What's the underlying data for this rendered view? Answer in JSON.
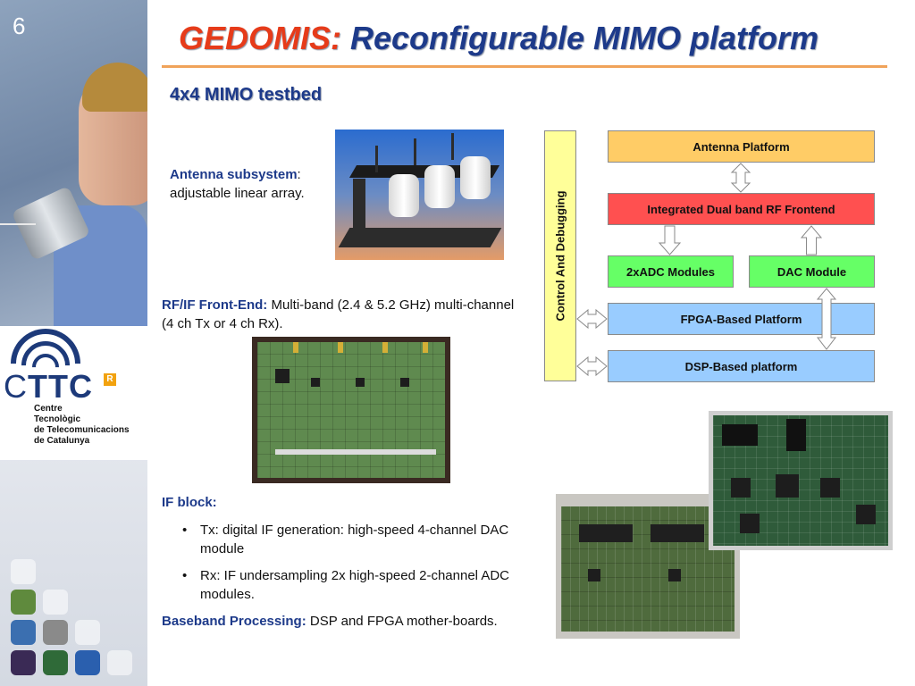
{
  "slide": {
    "number": "6"
  },
  "title": {
    "accent": "GEDOMIS:",
    "rest": " Reconfigurable MIMO platform"
  },
  "subtitle": "4x4 MIMO testbed",
  "logo": {
    "word_c": "C",
    "word_ttc": "TTC",
    "badge": "R",
    "lines": [
      "Centre",
      "Tecnològic",
      "de Telecomunicacions",
      "de Catalunya"
    ]
  },
  "antenna": {
    "label": "Antenna subsystem",
    "colon": ":",
    "desc": "adjustable linear array."
  },
  "rf": {
    "label": "RF/IF Front-End:",
    "desc": " Multi-band (2.4 & 5.2 GHz) multi-channel (4 ch Tx or 4 ch Rx)."
  },
  "if_block": {
    "label": "IF block:",
    "bullets": [
      "Tx: digital IF generation: high-speed 4-channel DAC module",
      "Rx: IF undersampling 2x high-speed 2-channel ADC modules."
    ]
  },
  "baseband": {
    "label": "Baseband Processing:",
    "desc": " DSP and FPGA mother-boards."
  },
  "diagram": {
    "control": "Control And Debugging",
    "antenna_platform": "Antenna Platform",
    "rf_frontend": "Integrated Dual band RF Frontend",
    "adc": "2xADC Modules",
    "dac": "DAC Module",
    "fpga": "FPGA-Based Platform",
    "dsp": "DSP-Based platform",
    "colors": {
      "yellow": "#ffff99",
      "orange": "#ffcc66",
      "red": "#ff5050",
      "green": "#66ff66",
      "blue": "#99ccff"
    }
  },
  "colors": {
    "title_blue": "#1d3a8a",
    "title_accent": "#e63b1a",
    "rule": "#f0a35a"
  }
}
